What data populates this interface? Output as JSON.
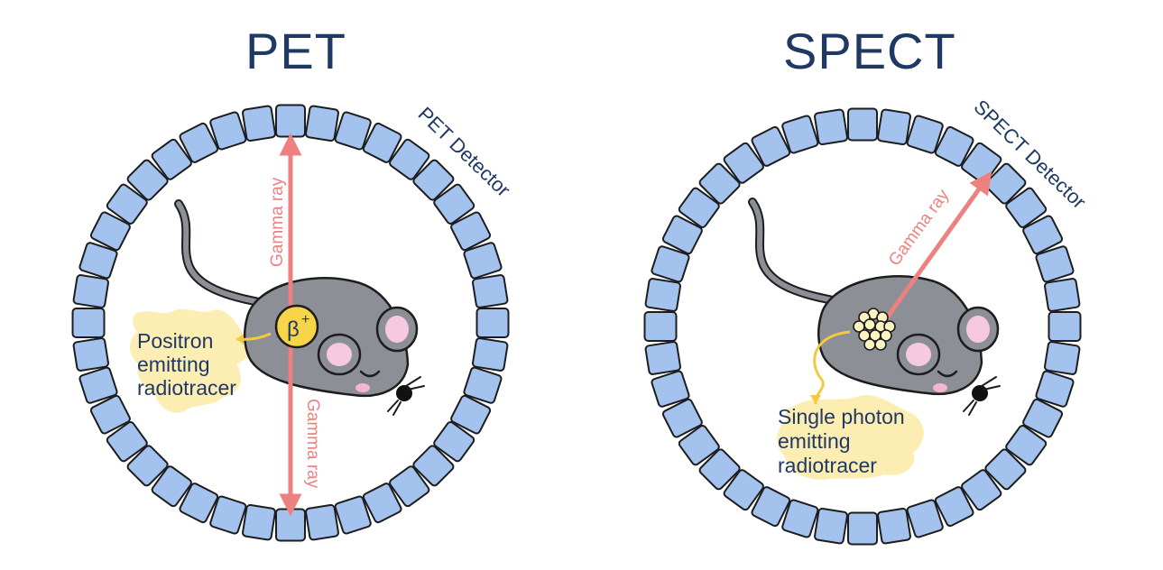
{
  "pet": {
    "title": "PET",
    "detector_label": "PET Detector",
    "gamma_ray_top": "Gamma ray",
    "gamma_ray_bottom": "Gamma ray",
    "beta_symbol": "β",
    "beta_charge": "+",
    "tracer_label": [
      "Positron",
      "emitting",
      "radiotracer"
    ]
  },
  "spect": {
    "title": "SPECT",
    "detector_label": "SPECT Detector",
    "gamma_ray": "Gamma ray",
    "tracer_label": [
      "Single photon",
      "emitting",
      "radiotracer"
    ]
  },
  "colors": {
    "title": "#1f3864",
    "detector_tile": "#a3c2ee",
    "gamma_ray": "#ee8080",
    "mouse_body": "#8c8f96",
    "ear_inner": "#f6c9de",
    "tracer_glow": "#fbeaa6",
    "beta_fill": "#f7d548"
  }
}
